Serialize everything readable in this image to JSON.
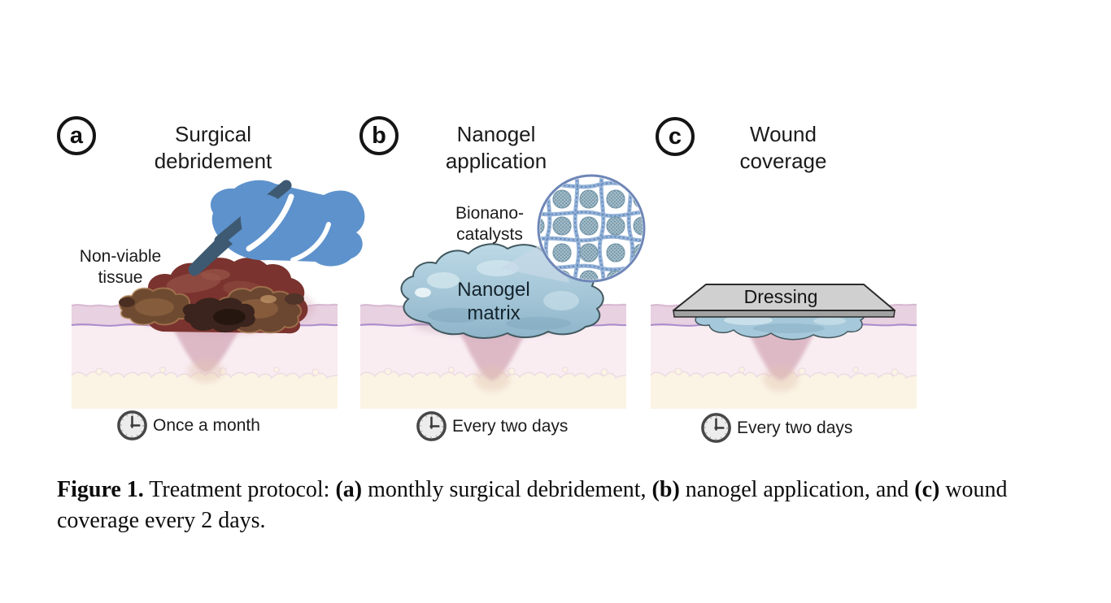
{
  "figure": {
    "panels": [
      {
        "letter": "a",
        "title": "Surgical\ndebridement",
        "tissue_label": "Non-viable\ntissue",
        "frequency": "Once a month"
      },
      {
        "letter": "b",
        "title": "Nanogel\napplication",
        "catalyst_label": "Bionano-\ncatalysts",
        "gel_label": "Nanogel\nmatrix",
        "frequency": "Every two days"
      },
      {
        "letter": "c",
        "title": "Wound\ncoverage",
        "dressing_label": "Dressing",
        "frequency": "Every two days"
      }
    ],
    "caption_segments": [
      {
        "text": "Figure 1.",
        "bold": true
      },
      {
        "text": " Treatment protocol: ",
        "bold": false
      },
      {
        "text": "(a)",
        "bold": true
      },
      {
        "text": " monthly surgical debridement, ",
        "bold": false
      },
      {
        "text": "(b)",
        "bold": true
      },
      {
        "text": " nanogel application, and ",
        "bold": false
      },
      {
        "text": "(c)",
        "bold": true
      },
      {
        "text": " wound coverage every 2 days.",
        "bold": false
      }
    ],
    "colors": {
      "glove_hand": "#5e92cc",
      "scalpel": "#3e5a72",
      "necrotic_tissue": "#7a332e",
      "nanogel": "#9fc3d6",
      "nanogel_outline": "#41585f",
      "dressing": "#d0d0d0",
      "skin_epidermis": "#e8d1e0",
      "skin_dermis": "#f9edf2",
      "skin_subcutis": "#fbf4e5",
      "wound_bed": "#dcb7c4",
      "mesh_blue": "#7fa3d0",
      "catalyst_sphere": "#a2bcc9"
    }
  }
}
